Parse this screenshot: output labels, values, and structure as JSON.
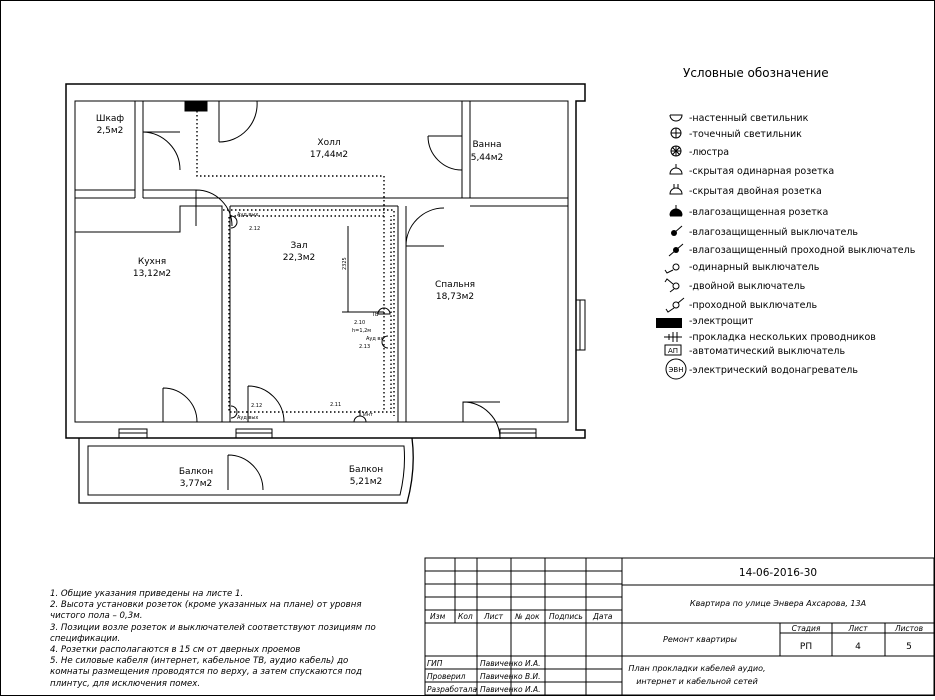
{
  "rooms": {
    "wardrobe": {
      "name": "Шкаф",
      "area": "2,5м2"
    },
    "hall": {
      "name": "Холл",
      "area": "17,44м2"
    },
    "bath": {
      "name": "Ванна",
      "area": "5,44м2"
    },
    "kitchen": {
      "name": "Кухня",
      "area": "13,12м2"
    },
    "living": {
      "name": "Зал",
      "area": "22,3м2"
    },
    "bedroom": {
      "name": "Спальня",
      "area": "18,73м2"
    },
    "balcony1": {
      "name": "Балкон",
      "area": "3,77м2"
    },
    "balcony2": {
      "name": "Балкон",
      "area": "5,21м2"
    }
  },
  "plan_marks": {
    "tag_top": "Ауд вых",
    "tag_bottom": "Ауд вых",
    "tag_right": "Ауд вх",
    "tag_net": "Инт",
    "tv": "ТВ",
    "h": "h=1,2м",
    "dim_vertical": "2325",
    "code_212a": "2.12",
    "code_212b": "2.12",
    "code_210": "2.10",
    "code_213": "2.13",
    "code_211": "2.11"
  },
  "legend": {
    "title": "Условные обозначение",
    "items": [
      {
        "icon": "wall-light-icon",
        "label": "-настенный светильник"
      },
      {
        "icon": "spot-light-icon",
        "label": "-точечный светильник"
      },
      {
        "icon": "chandelier-icon",
        "label": "-люстра"
      },
      {
        "icon": "single-socket-icon",
        "label": "-скрытая одинарная розетка"
      },
      {
        "icon": "double-socket-icon",
        "label": "-скрытая двойная розетка"
      },
      {
        "icon": "waterproof-socket-icon",
        "label": "-влагозащищенная розетка"
      },
      {
        "icon": "waterproof-switch-icon",
        "label": "-влагозащищенный выключатель"
      },
      {
        "icon": "waterproof-passthrough-switch-icon",
        "label": "-влагозащищенный проходной выключатель"
      },
      {
        "icon": "single-switch-icon",
        "label": "-одинарный выключатель"
      },
      {
        "icon": "double-switch-icon",
        "label": "-двойной выключатель"
      },
      {
        "icon": "passthrough-switch-icon",
        "label": "-проходной выключатель"
      },
      {
        "icon": "electrical-panel-icon",
        "label": "-электрощит"
      },
      {
        "icon": "multi-wire-icon",
        "label": "-прокладка нескольких проводников"
      },
      {
        "icon": "circuit-breaker-icon",
        "label": "-автоматический выключатель",
        "badge": "АП"
      },
      {
        "icon": "water-heater-icon",
        "label": "-электрический водонагреватель",
        "badge": "ЭВН"
      }
    ]
  },
  "notes": [
    "1. Общие указания приведены на листе 1.",
    "2. Высота установки розеток (кроме указанных на плане) от уровня чистого пола – 0,3м.",
    "3. Позиции возле розеток и выключателей соответствуют позициям по спецификации.",
    "4. Розетки располагаются в 15 см от дверных проемов",
    "5. Не силовые кабеля (интернет, кабельное ТВ, аудио кабель) до комнаты размещения проводятся по верху, а затем спускаются под плинтус, для исключения помех."
  ],
  "title_block": {
    "code": "14-06-2016-30",
    "object": "Квартира по улице Энвера Ахсарова, 13А",
    "headers": [
      "Изм",
      "Кол",
      "Лист",
      "№ док",
      "Подпись",
      "Дата"
    ],
    "staff": [
      {
        "role": "ГИП",
        "name": "Павиченко И.А."
      },
      {
        "role": "Проверил",
        "name": "Павиченко В.И."
      },
      {
        "role": "Разработала",
        "name": "Павиченко И.А."
      }
    ],
    "project": "Ремонт квартиры",
    "stage_label": "Стадия",
    "sheet_label": "Лист",
    "sheets_label": "Листов",
    "stage": "РП",
    "sheet": "4",
    "sheets": "5",
    "drawing_title_1": "План прокладки кабелей аудио,",
    "drawing_title_2": "интернет и кабельной сетей"
  }
}
